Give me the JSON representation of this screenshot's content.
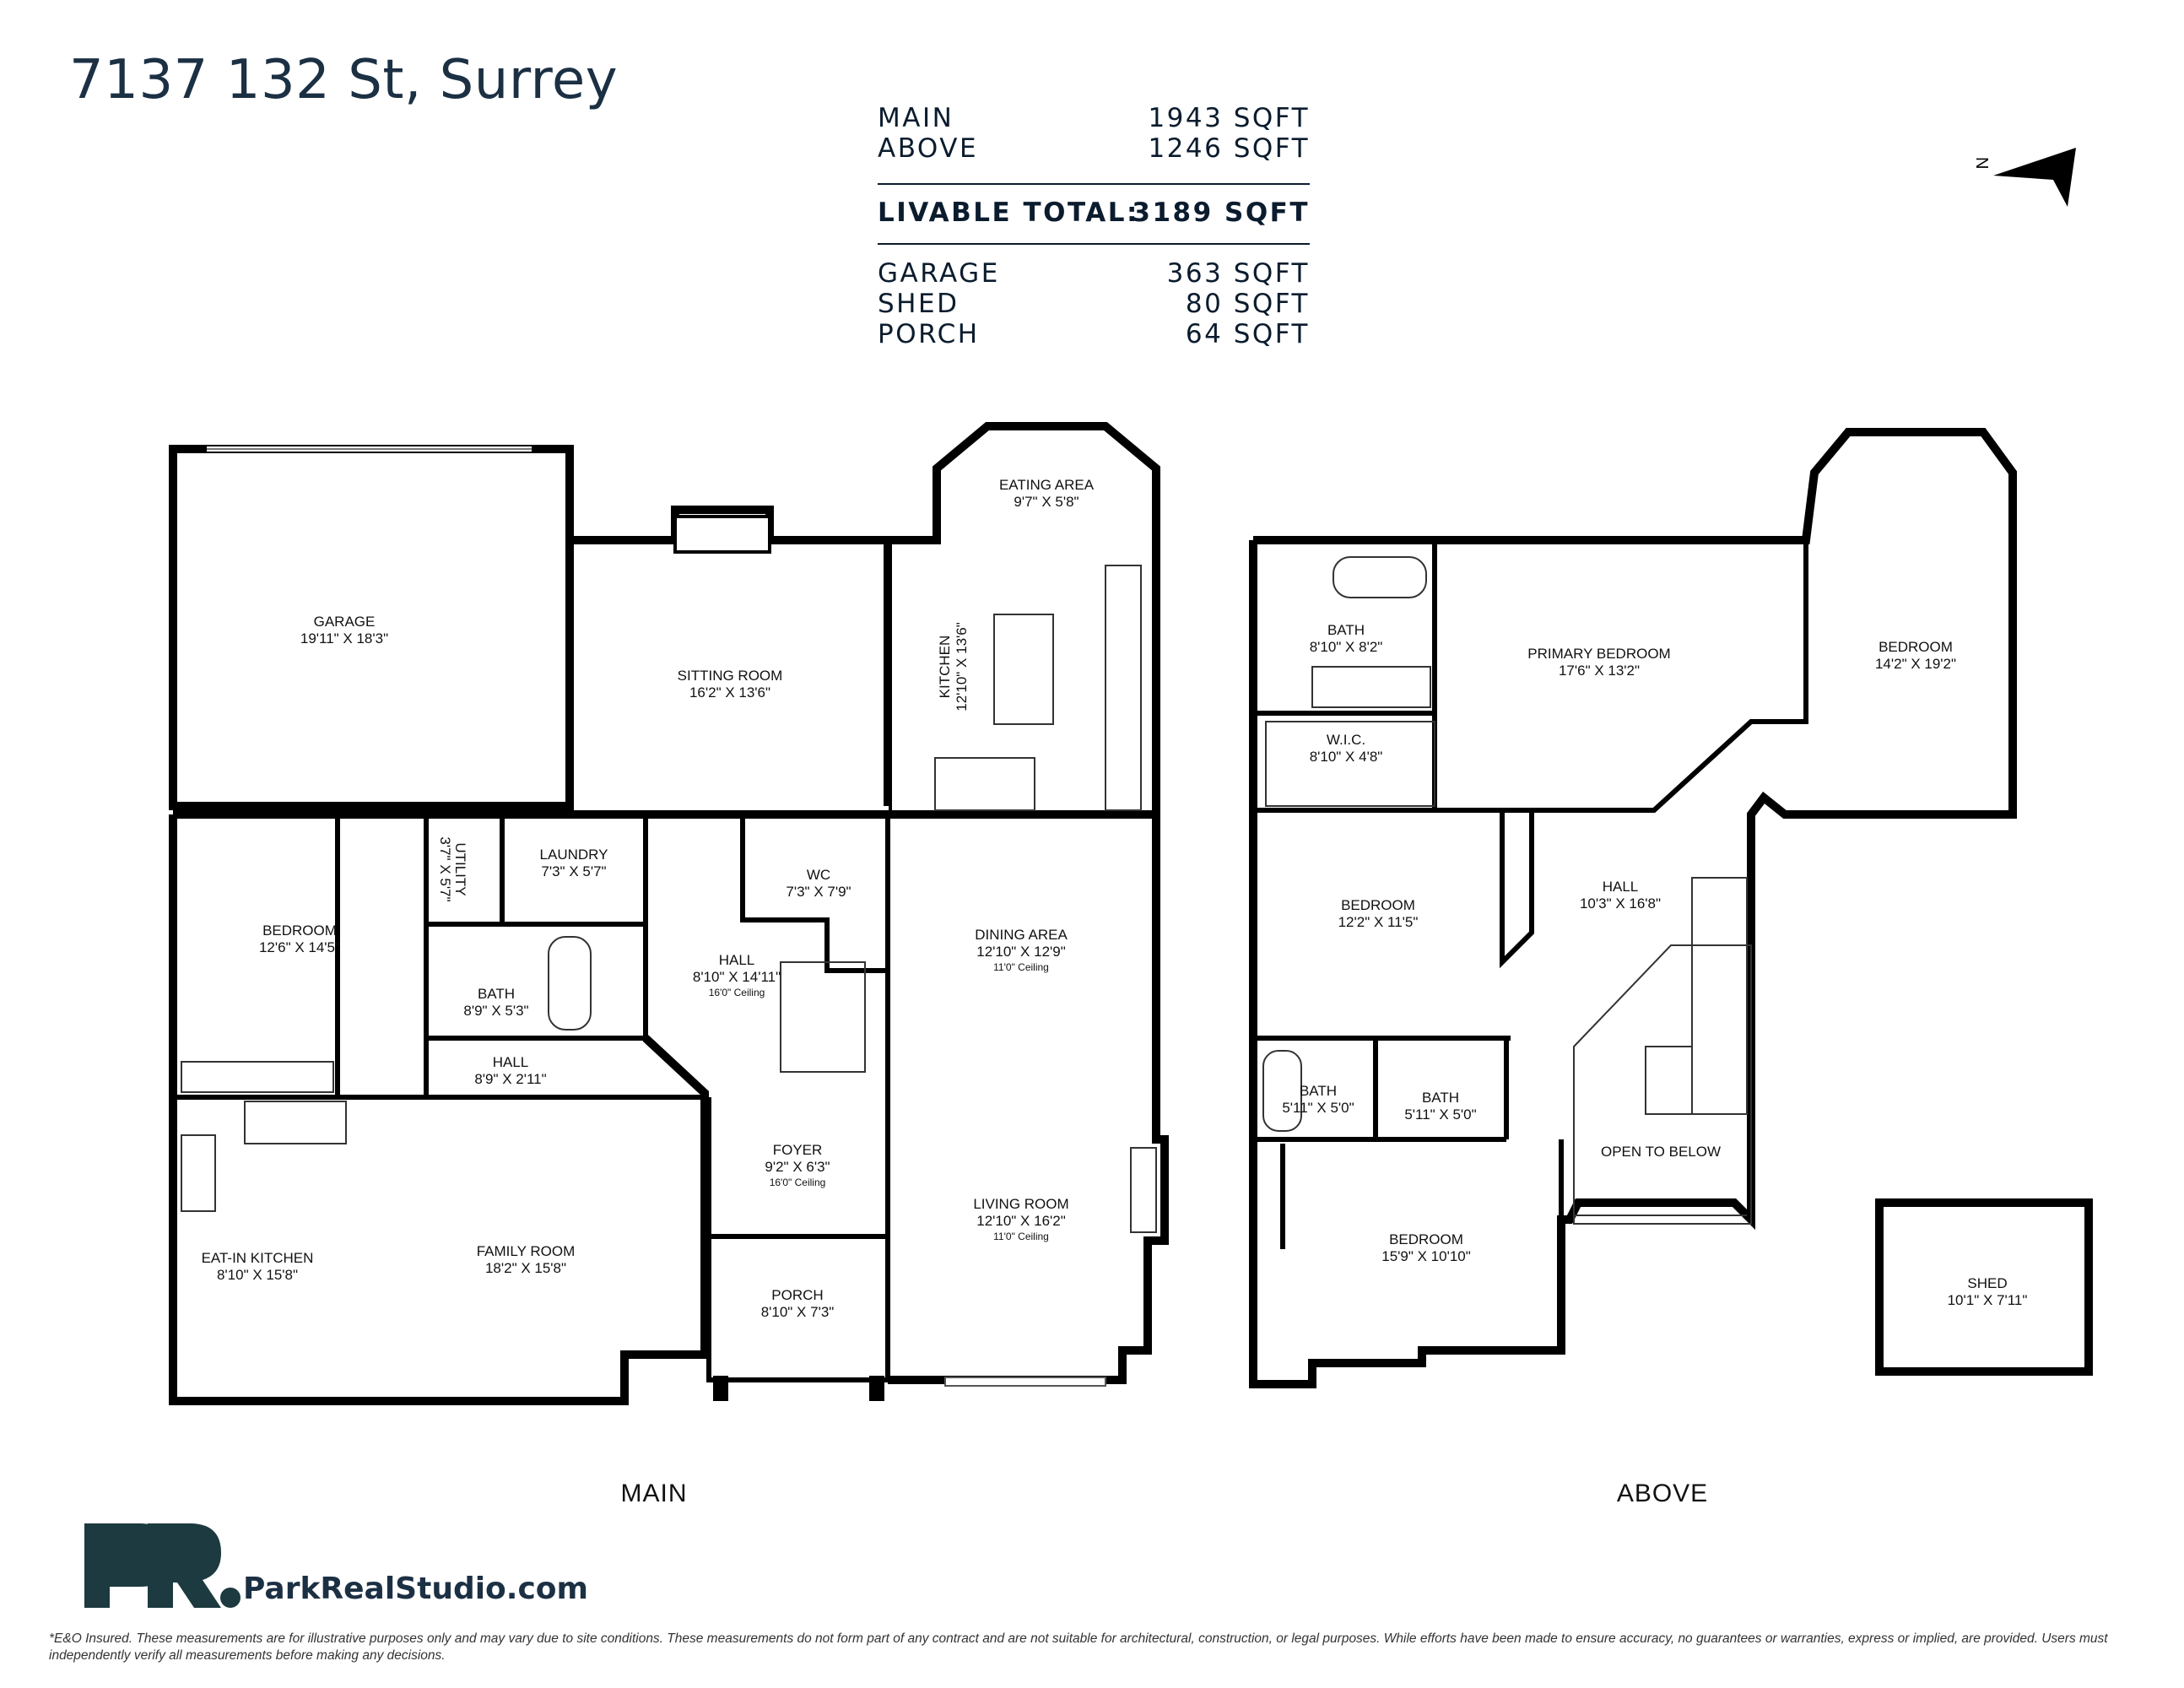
{
  "address": "7137 132 St, Surrey",
  "summary": {
    "rows": [
      {
        "label": "MAIN",
        "value": "1943 SQFT"
      },
      {
        "label": "ABOVE",
        "value": "1246 SQFT"
      }
    ],
    "total": {
      "label": "LIVABLE TOTAL:",
      "value": "3189 SQFT"
    },
    "extra": [
      {
        "label": "GARAGE",
        "value": "363 SQFT"
      },
      {
        "label": "SHED",
        "value": "80 SQFT"
      },
      {
        "label": "PORCH",
        "value": "64 SQFT"
      }
    ]
  },
  "compass": {
    "letter": "N",
    "icon": "north-arrow-icon"
  },
  "main_floor": {
    "label": "MAIN",
    "rooms": [
      {
        "name": "GARAGE",
        "dims": "19'11\" X 18'3\""
      },
      {
        "name": "SITTING ROOM",
        "dims": "16'2\" X 13'6\""
      },
      {
        "name": "EATING AREA",
        "dims": "9'7\" X 5'8\""
      },
      {
        "name": "KITCHEN",
        "dims": "12'10\" X 13'6\""
      },
      {
        "name": "UTILITY",
        "dims": "3'7\" X 5'7\""
      },
      {
        "name": "LAUNDRY",
        "dims": "7'3\" X 5'7\""
      },
      {
        "name": "WC",
        "dims": "7'3\" X 7'9\""
      },
      {
        "name": "BEDROOM",
        "dims": "12'6\" X 14'5\""
      },
      {
        "name": "BATH",
        "dims": "8'9\" X 5'3\""
      },
      {
        "name": "HALL",
        "dims": "8'10\" X 14'11\"",
        "note": "16'0\" Ceiling"
      },
      {
        "name": "DINING AREA",
        "dims": "12'10\" X 12'9\"",
        "note": "11'0\" Ceiling"
      },
      {
        "name": "HALL",
        "dims": "8'9\" X 2'11\""
      },
      {
        "name": "FOYER",
        "dims": "9'2\" X 6'3\"",
        "note": "16'0\" Ceiling"
      },
      {
        "name": "LIVING ROOM",
        "dims": "12'10\" X 16'2\"",
        "note": "11'0\" Ceiling"
      },
      {
        "name": "EAT-IN KITCHEN",
        "dims": "8'10\" X 15'8\""
      },
      {
        "name": "FAMILY ROOM",
        "dims": "18'2\" X 15'8\""
      },
      {
        "name": "PORCH",
        "dims": "8'10\" X 7'3\""
      }
    ]
  },
  "above_floor": {
    "label": "ABOVE",
    "rooms": [
      {
        "name": "BATH",
        "dims": "8'10\" X 8'2\""
      },
      {
        "name": "PRIMARY BEDROOM",
        "dims": "17'6\" X 13'2\""
      },
      {
        "name": "BEDROOM",
        "dims": "14'2\" X 19'2\""
      },
      {
        "name": "W.I.C.",
        "dims": "8'10\" X 4'8\""
      },
      {
        "name": "BEDROOM",
        "dims": "12'2\" X 11'5\""
      },
      {
        "name": "HALL",
        "dims": "10'3\" X 16'8\""
      },
      {
        "name": "BATH",
        "dims": "5'11\" X 5'0\""
      },
      {
        "name": "BATH",
        "dims": "5'11\" X 5'0\""
      },
      {
        "name": "OPEN TO BELOW",
        "dims": ""
      },
      {
        "name": "BEDROOM",
        "dims": "15'9\" X 10'10\""
      },
      {
        "name": "SHED",
        "dims": "10'1\" X 7'11\""
      }
    ]
  },
  "brand": {
    "monogram": "PR",
    "name": "ParkRealStudio.com",
    "color": "#1c3a3f"
  },
  "disclaimer": "*E&O Insured. These measurements are for illustrative purposes only and may vary due to site conditions. These measurements do not form part of any contract and are not suitable for architectural, construction, or legal purposes. While efforts have been made to ensure accuracy, no guarantees or warranties, express or implied, are provided. Users must independently verify all measurements before making any decisions."
}
